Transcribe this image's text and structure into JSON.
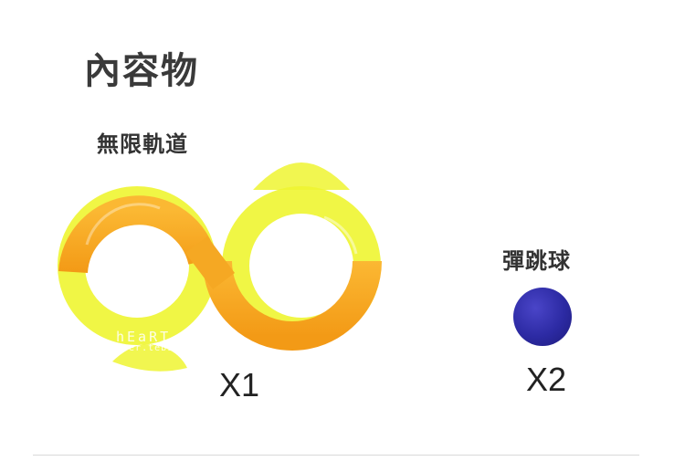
{
  "heading": "內容物",
  "track": {
    "label": "無限軌道",
    "quantity": "X1"
  },
  "ball": {
    "label": "彈跳球",
    "quantity": "X2",
    "color": "#2c2aa3"
  },
  "watermark": {
    "line1": "hEaRT",
    "line2": "ever.tebsha"
  },
  "colors": {
    "track_orange": "#f9a521",
    "track_yellow": "#eef531"
  }
}
